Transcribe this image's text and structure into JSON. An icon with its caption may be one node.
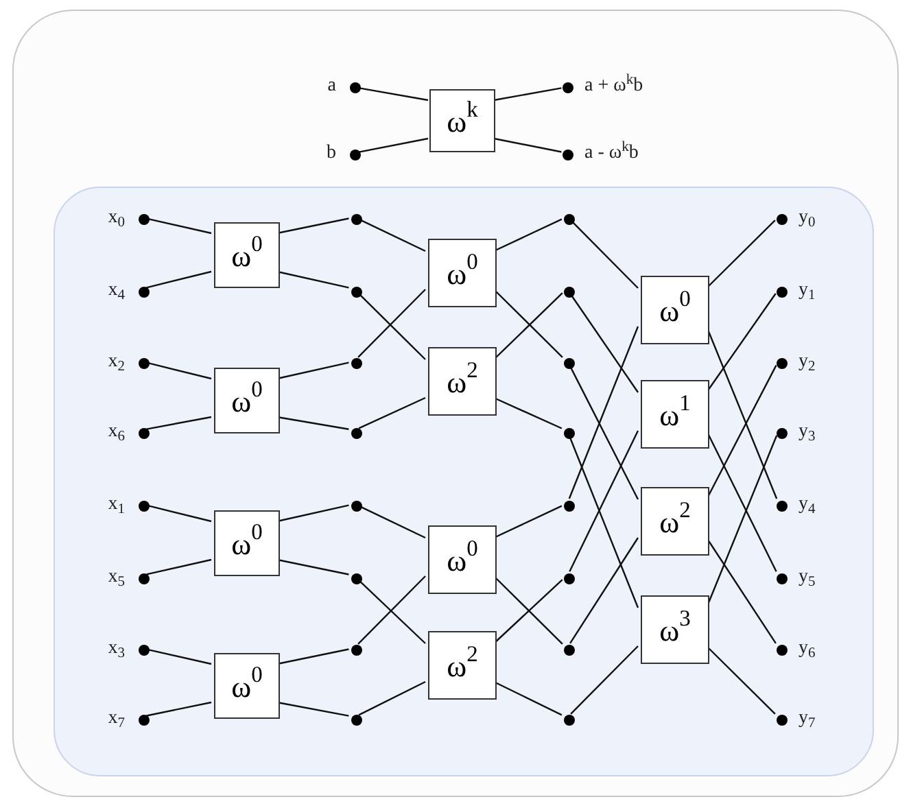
{
  "diagram": {
    "nodes": [
      {
        "text": [],
        "shape": "box"
      },
      {
        "text": [],
        "shape": "box",
        "in": 0
      },
      {
        "text": [],
        "shape": "circle",
        "in": 0,
        "beside": [
          "a"
        ]
      },
      {
        "text": [],
        "shape": "circle",
        "in": 0,
        "beside": [
          "b"
        ]
      },
      {
        "text": [
          "ω$^{k}$"
        ],
        "in": 0
      },
      {
        "text": [],
        "shape": "circle",
        "in": 0,
        "beside": [
          "a + ω$^{k}$b"
        ]
      },
      {
        "text": [],
        "shape": "circle",
        "in": 0,
        "beside": [
          "a - ω$^{k}$b"
        ]
      },
      {
        "text": [],
        "shape": "circle",
        "in": 1,
        "beside": [
          "x$_{0}$"
        ]
      },
      {
        "text": [],
        "shape": "circle",
        "in": 1,
        "beside": [
          "x$_{4}$"
        ]
      },
      {
        "text": [],
        "shape": "circle",
        "in": 1,
        "beside": [
          "x$_{2}$"
        ]
      },
      {
        "text": [],
        "shape": "circle",
        "in": 1,
        "beside": [
          "x$_{6}$"
        ]
      },
      {
        "text": [],
        "shape": "circle",
        "in": 1,
        "beside": [
          "x$_{1}$"
        ]
      },
      {
        "text": [],
        "shape": "circle",
        "in": 1,
        "beside": [
          "x$_{5}$"
        ]
      },
      {
        "text": [],
        "shape": "circle",
        "in": 1,
        "beside": [
          "x$_{3}$"
        ]
      },
      {
        "text": [],
        "shape": "circle",
        "in": 1,
        "beside": [
          "x$_{7}$"
        ]
      },
      {
        "text": [
          "ω$^{0}$"
        ],
        "in": 1
      },
      {
        "text": [
          "ω$^{0}$"
        ],
        "in": 1
      },
      {
        "text": [
          "ω$^{0}$"
        ],
        "in": 1
      },
      {
        "text": [
          "ω$^{0}$"
        ],
        "in": 1
      },
      {
        "text": [],
        "shape": "circle",
        "in": 1
      },
      {
        "text": [],
        "shape": "circle",
        "in": 1
      },
      {
        "text": [],
        "shape": "circle",
        "in": 1
      },
      {
        "text": [],
        "shape": "circle",
        "in": 1
      },
      {
        "text": [],
        "shape": "circle",
        "in": 1
      },
      {
        "text": [],
        "shape": "circle",
        "in": 1
      },
      {
        "text": [],
        "shape": "circle",
        "in": 1
      },
      {
        "text": [],
        "shape": "circle",
        "in": 1
      },
      {
        "text": [
          "ω$^{0}$"
        ],
        "in": 1
      },
      {
        "text": [
          "ω$^{2}$"
        ],
        "in": 1
      },
      {
        "text": [
          "ω$^{0}$"
        ],
        "in": 1
      },
      {
        "text": [
          "ω$^{2}$"
        ],
        "in": 1
      },
      {
        "text": [],
        "shape": "circle",
        "in": 1
      },
      {
        "text": [],
        "shape": "circle",
        "in": 1
      },
      {
        "text": [],
        "shape": "circle",
        "in": 1
      },
      {
        "text": [],
        "shape": "circle",
        "in": 1
      },
      {
        "text": [],
        "shape": "circle",
        "in": 1
      },
      {
        "text": [],
        "shape": "circle",
        "in": 1
      },
      {
        "text": [],
        "shape": "circle",
        "in": 1
      },
      {
        "text": [],
        "shape": "circle",
        "in": 1
      },
      {
        "text": [
          "ω$^{0}$"
        ],
        "in": 1
      },
      {
        "text": [
          "ω$^{1}$"
        ],
        "in": 1
      },
      {
        "text": [
          "ω$^{2}$"
        ],
        "in": 1
      },
      {
        "text": [
          "ω$^{3}$"
        ],
        "in": 1
      },
      {
        "text": [],
        "shape": "circle",
        "in": 1,
        "beside": [
          "y$_{0}$"
        ]
      },
      {
        "text": [],
        "shape": "circle",
        "in": 1,
        "beside": [
          "y$_{1}$"
        ]
      },
      {
        "text": [],
        "shape": "circle",
        "in": 1,
        "beside": [
          "y$_{2}$"
        ]
      },
      {
        "text": [],
        "shape": "circle",
        "in": 1,
        "beside": [
          "y$_{3}$"
        ]
      },
      {
        "text": [],
        "shape": "circle",
        "in": 1,
        "beside": [
          "y$_{4}$"
        ]
      },
      {
        "text": [],
        "shape": "circle",
        "in": 1,
        "beside": [
          "y$_{5}$"
        ]
      },
      {
        "text": [],
        "shape": "circle",
        "in": 1,
        "beside": [
          "y$_{6}$"
        ]
      },
      {
        "text": [],
        "shape": "circle",
        "in": 1,
        "beside": [
          "y$_{7}$"
        ]
      }
    ],
    "edges": [
      {
        "from": 2,
        "to": 4,
        "arrow": "none"
      },
      {
        "from": 3,
        "to": 4,
        "arrow": "none"
      },
      {
        "from": 4,
        "to": 5,
        "arrow": "none"
      },
      {
        "from": 4,
        "to": 6,
        "arrow": "none"
      },
      {
        "from": 7,
        "to": 15,
        "arrow": "none"
      },
      {
        "from": 8,
        "to": 15,
        "arrow": "none"
      },
      {
        "from": 9,
        "to": 16,
        "arrow": "none"
      },
      {
        "from": 10,
        "to": 16,
        "arrow": "none"
      },
      {
        "from": 11,
        "to": 17,
        "arrow": "none"
      },
      {
        "from": 12,
        "to": 17,
        "arrow": "none"
      },
      {
        "from": 13,
        "to": 18,
        "arrow": "none"
      },
      {
        "from": 14,
        "to": 18,
        "arrow": "none"
      },
      {
        "from": 15,
        "to": 19,
        "arrow": "none"
      },
      {
        "from": 15,
        "to": 20,
        "arrow": "none"
      },
      {
        "from": 16,
        "to": 21,
        "arrow": "none"
      },
      {
        "from": 16,
        "to": 22,
        "arrow": "none"
      },
      {
        "from": 17,
        "to": 23,
        "arrow": "none"
      },
      {
        "from": 17,
        "to": 24,
        "arrow": "none"
      },
      {
        "from": 18,
        "to": 25,
        "arrow": "none"
      },
      {
        "from": 18,
        "to": 26,
        "arrow": "none"
      },
      {
        "from": 19,
        "to": 27,
        "arrow": "none"
      },
      {
        "from": 21,
        "to": 27,
        "arrow": "none"
      },
      {
        "from": 20,
        "to": 28,
        "arrow": "none"
      },
      {
        "from": 22,
        "to": 28,
        "arrow": "none"
      },
      {
        "from": 23,
        "to": 29,
        "arrow": "none"
      },
      {
        "from": 25,
        "to": 29,
        "arrow": "none"
      },
      {
        "from": 24,
        "to": 30,
        "arrow": "none"
      },
      {
        "from": 26,
        "to": 30,
        "arrow": "none"
      },
      {
        "from": 27,
        "to": 31,
        "arrow": "none"
      },
      {
        "from": 27,
        "to": 33,
        "arrow": "none"
      },
      {
        "from": 28,
        "to": 32,
        "arrow": "none"
      },
      {
        "from": 28,
        "to": 34,
        "arrow": "none"
      },
      {
        "from": 29,
        "to": 35,
        "arrow": "none"
      },
      {
        "from": 29,
        "to": 37,
        "arrow": "none"
      },
      {
        "from": 30,
        "to": 36,
        "arrow": "none"
      },
      {
        "from": 30,
        "to": 38,
        "arrow": "none"
      },
      {
        "from": 31,
        "to": 39,
        "arrow": "none"
      },
      {
        "from": 35,
        "to": 39,
        "arrow": "none"
      },
      {
        "from": 32,
        "to": 40,
        "arrow": "none"
      },
      {
        "from": 36,
        "to": 40,
        "arrow": "none"
      },
      {
        "from": 33,
        "to": 41,
        "arrow": "none"
      },
      {
        "from": 37,
        "to": 41,
        "arrow": "none"
      },
      {
        "from": 34,
        "to": 42,
        "arrow": "none"
      },
      {
        "from": 38,
        "to": 42,
        "arrow": "none"
      },
      {
        "from": 39,
        "to": 43,
        "arrow": "none"
      },
      {
        "from": 39,
        "to": 47,
        "arrow": "none"
      },
      {
        "from": 40,
        "to": 44,
        "arrow": "none"
      },
      {
        "from": 40,
        "to": 48,
        "arrow": "none"
      },
      {
        "from": 41,
        "to": 45,
        "arrow": "none"
      },
      {
        "from": 41,
        "to": 49,
        "arrow": "none"
      },
      {
        "from": 42,
        "to": 46,
        "arrow": "none"
      },
      {
        "from": 42,
        "to": 50,
        "arrow": "none"
      }
    ]
  }
}
